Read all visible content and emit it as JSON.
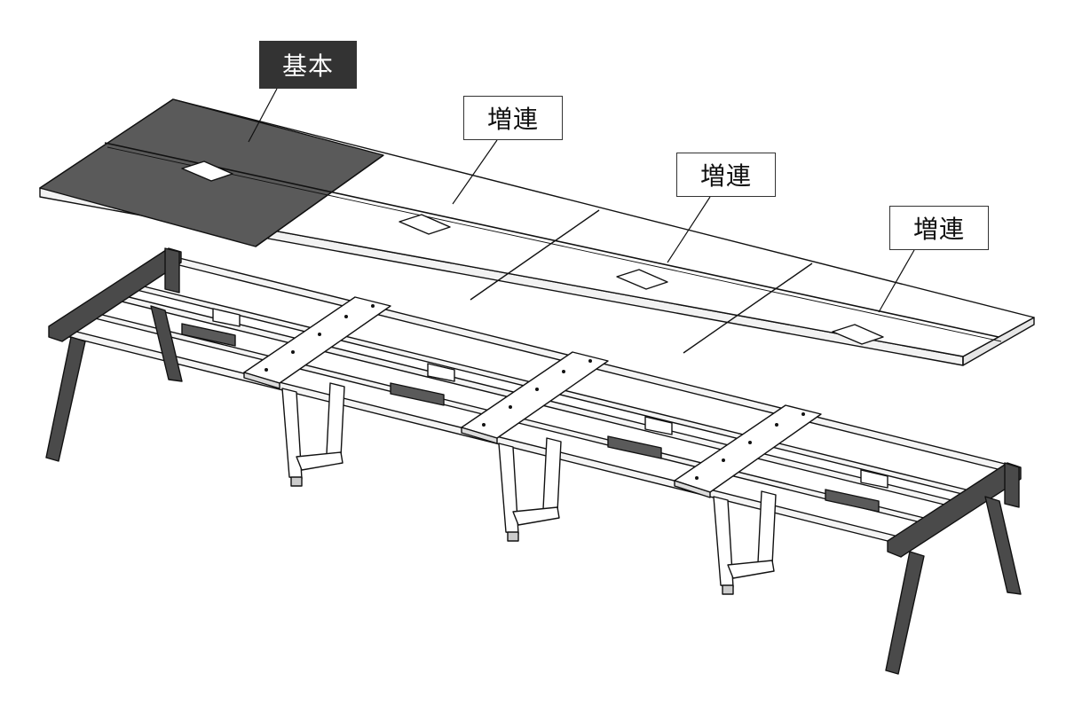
{
  "labels": {
    "basic": "基本",
    "extension_1": "増連",
    "extension_2": "増連",
    "extension_3": "増連"
  },
  "colors": {
    "basic_top": "#5a5a5a",
    "basic_label_bg": "#333333",
    "frame_dark": "#4a4a4a",
    "line": "#111111"
  }
}
